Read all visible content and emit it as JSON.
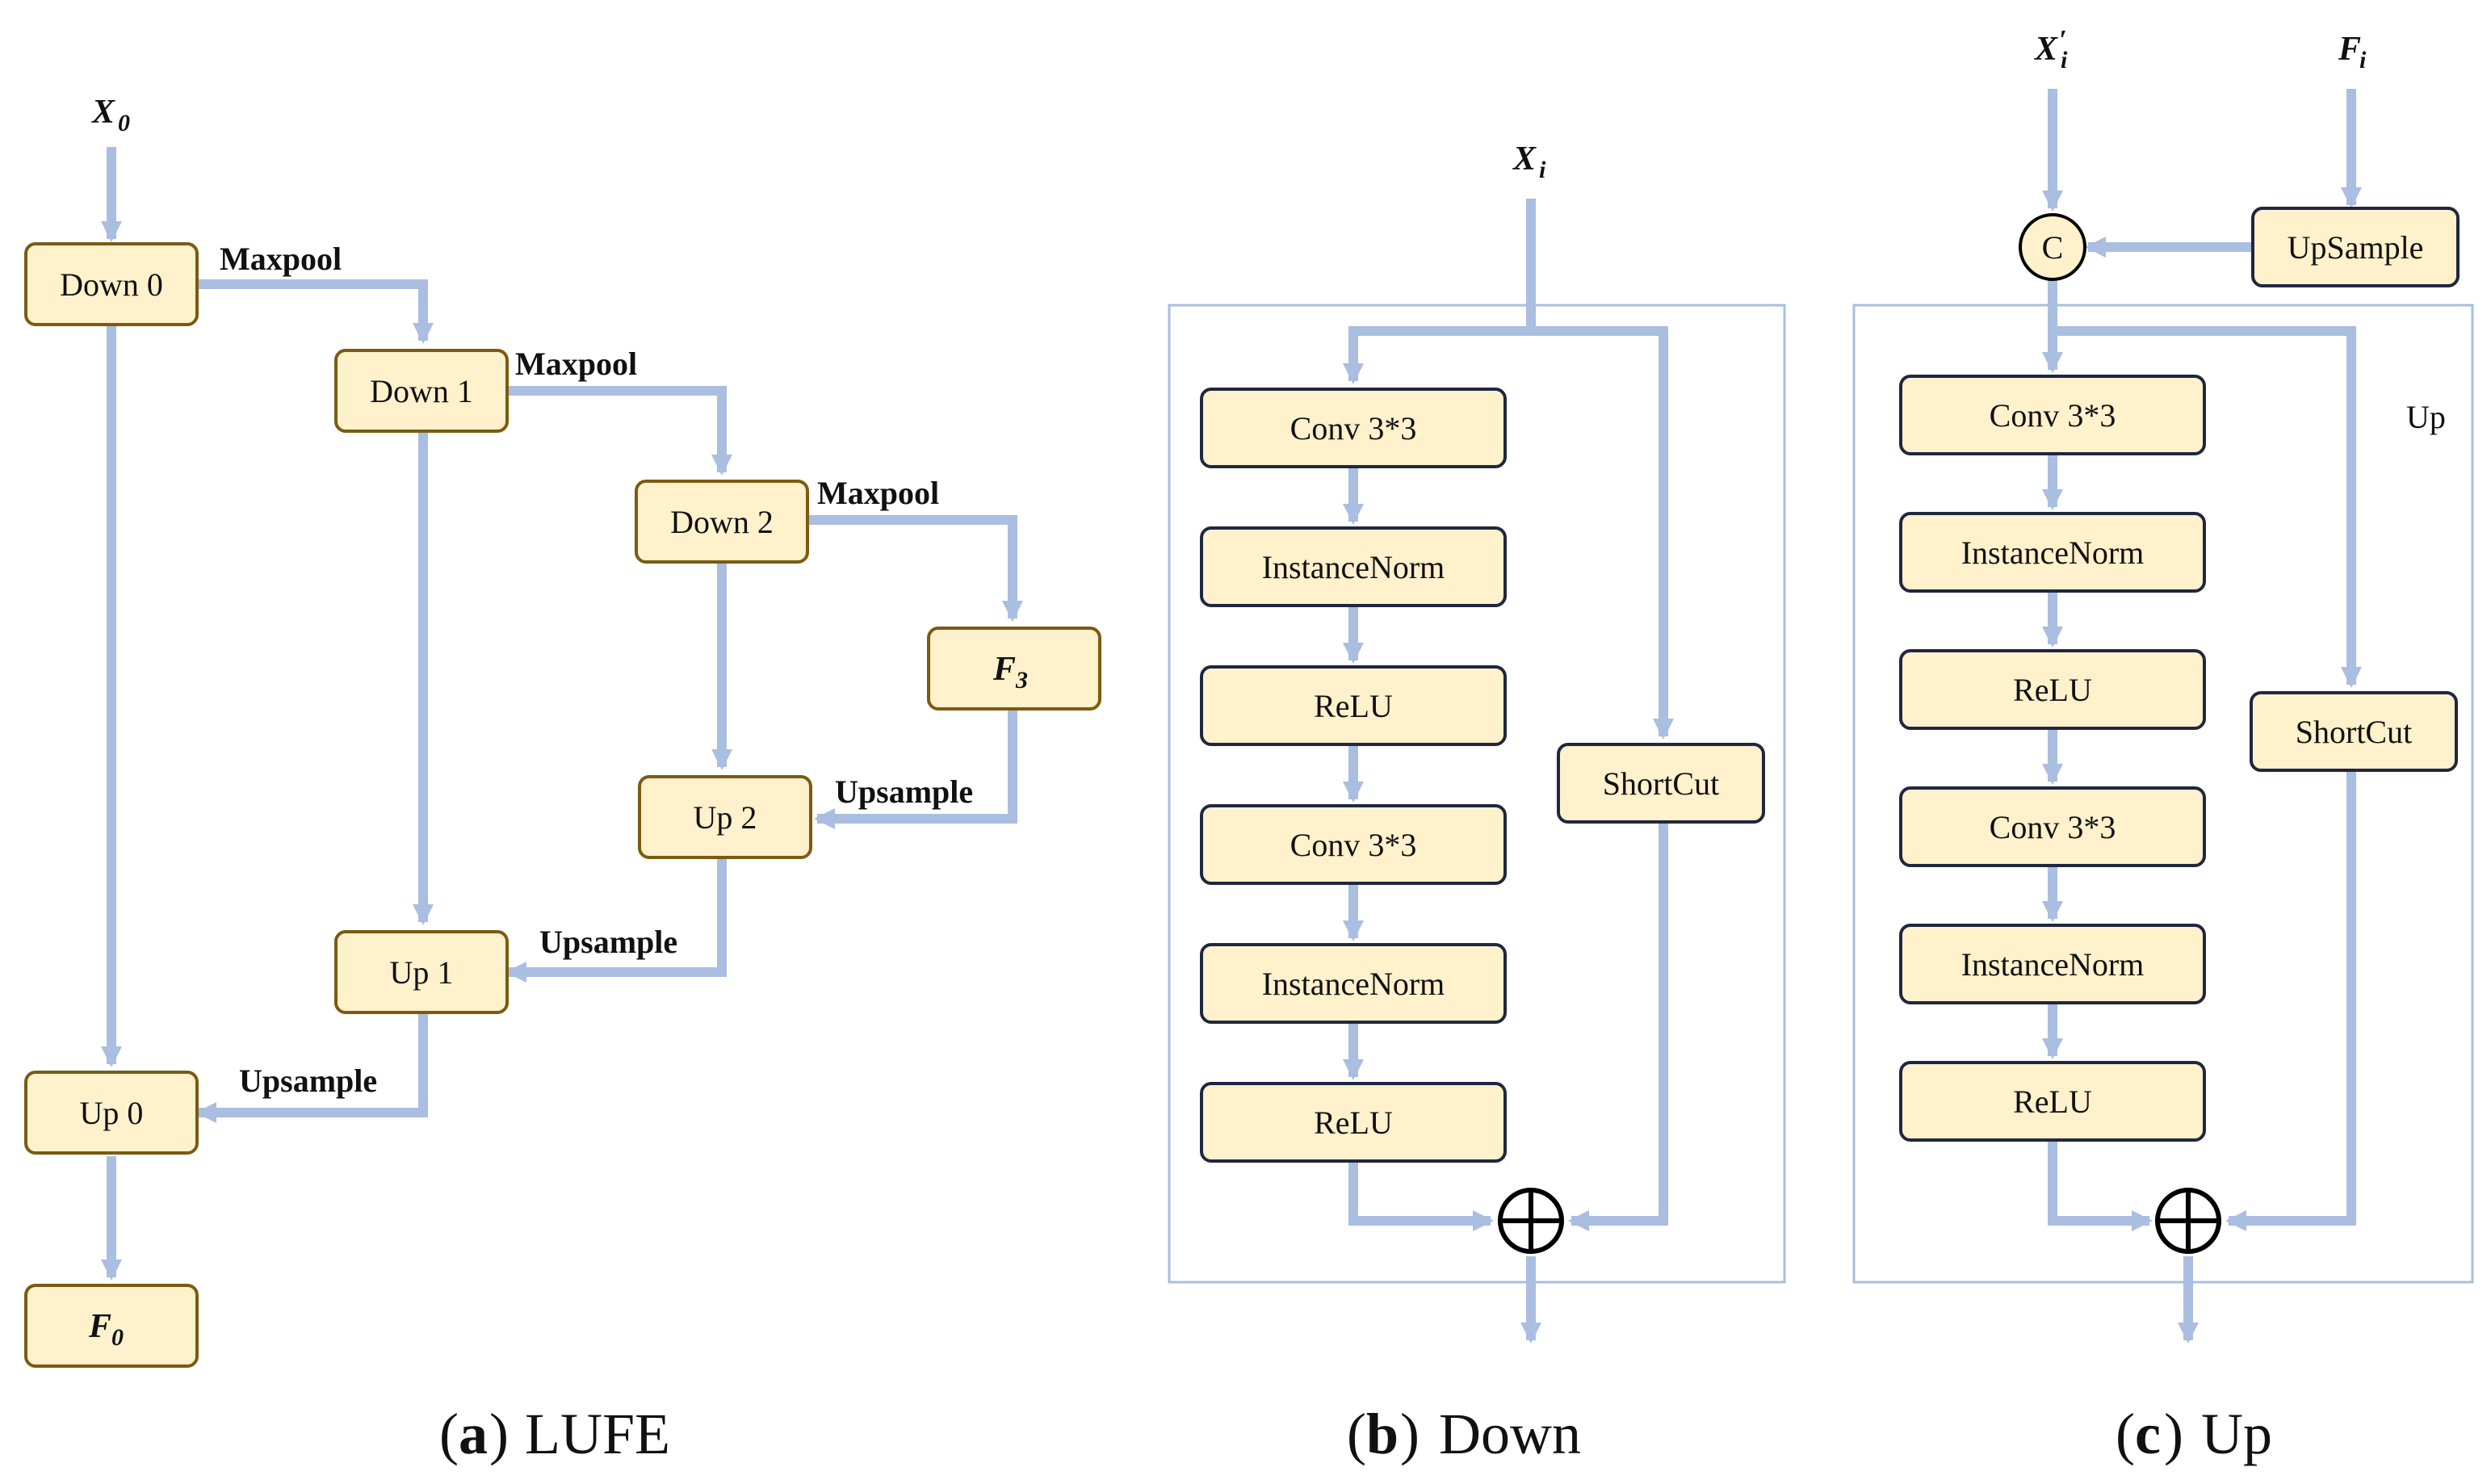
{
  "colors": {
    "block_fill": "#FFF1CB",
    "block_stroke": "#7A5B12",
    "arrow": "#A9BEE0",
    "panel_frame": "#A9BEE0",
    "text": "#111111"
  },
  "panel_a": {
    "input_label": "X",
    "input_sub": "0",
    "blocks": {
      "down0": "Down 0",
      "down1": "Down 1",
      "down2": "Down 2",
      "f3": "F",
      "f3_sub": "3",
      "up2": "Up 2",
      "up1": "Up 1",
      "up0": "Up 0",
      "f0": "F",
      "f0_sub": "0"
    },
    "edge_labels": {
      "maxpool_0": "Maxpool",
      "maxpool_1": "Maxpool",
      "maxpool_2": "Maxpool",
      "upsample_2": "Upsample",
      "upsample_1": "Upsample",
      "upsample_0": "Upsample"
    },
    "caption_letter": "a",
    "caption_title": "LUFE"
  },
  "panel_b": {
    "input_label": "X",
    "input_sub": "i",
    "blocks": {
      "conv1": "Conv 3*3",
      "norm1": "InstanceNorm",
      "relu1": "ReLU",
      "conv2": "Conv 3*3",
      "norm2": "InstanceNorm",
      "relu2": "ReLU",
      "shortcut": "ShortCut"
    },
    "caption_letter": "b",
    "caption_title": "Down"
  },
  "panel_c": {
    "input_x_label": "X",
    "input_x_sub": "i",
    "input_x_prime": "′",
    "input_f_label": "F",
    "input_f_sub": "i",
    "concat_symbol": "C",
    "upsample_block": "UpSample",
    "frame_label": "Up",
    "blocks": {
      "conv1": "Conv 3*3",
      "norm1": "InstanceNorm",
      "relu1": "ReLU",
      "conv2": "Conv 3*3",
      "norm2": "InstanceNorm",
      "relu2": "ReLU",
      "shortcut": "ShortCut"
    },
    "caption_letter": "c",
    "caption_title": "Up"
  }
}
